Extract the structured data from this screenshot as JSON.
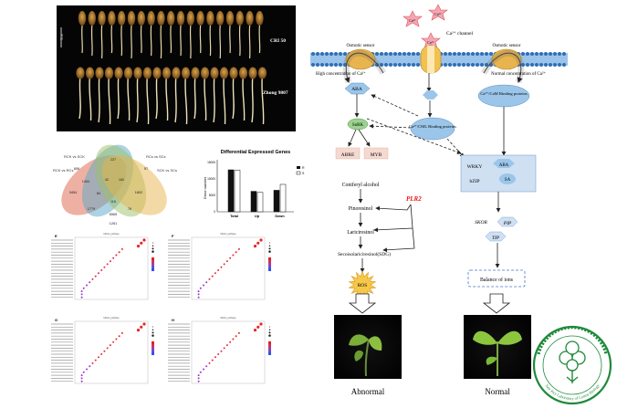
{
  "photo": {
    "label_top": "CRI 50",
    "label_bottom": "Zhong 9807",
    "scale_label": "1cm"
  },
  "venn": {
    "sets": [
      "RCK vs SCK",
      "RCs vs SCs",
      "RCK vs RCs",
      "SCK vs SCs"
    ],
    "values": [
      "806",
      "57",
      "227",
      "1454",
      "3454",
      "42",
      "162",
      "84",
      "1602",
      "116",
      "1779",
      "76",
      "1261",
      "6565"
    ]
  },
  "deg_chart": {
    "title": "Differential Expressed Genes",
    "ylabel": "Gene number",
    "yticks": [
      "15000",
      "10000",
      "5000",
      "0"
    ],
    "categories": [
      "Total",
      "Up",
      "Down"
    ],
    "legend": [
      "R",
      "S"
    ]
  },
  "chart_data": {
    "type": "bar",
    "title": "Differential Expressed Genes",
    "ylabel": "Gene number",
    "ylim": [
      0,
      15000
    ],
    "categories": [
      "Total",
      "Up",
      "Down"
    ],
    "series": [
      {
        "name": "R",
        "values": [
          12100,
          5900,
          6200
        ]
      },
      {
        "name": "S",
        "values": [
          12000,
          5600,
          7900
        ]
      }
    ]
  },
  "kegg_panels": [
    {
      "letter": "E",
      "title": "KEGG_pathway"
    },
    {
      "letter": "F",
      "title": "KEGG_pathway"
    },
    {
      "letter": "G",
      "title": "KEGG_pathway"
    },
    {
      "letter": "H",
      "title": "KEGG_pathway"
    }
  ],
  "pathway": {
    "ca_ion": "Ca²⁺",
    "ca_channel": "Ca²⁺ channel",
    "osmotic_sensor": "Osmotic sensor",
    "high_conc": "High concentration of Ca²⁺",
    "normal_conc": "Normal concentration of Ca²⁺",
    "aba": "ABA",
    "snrk": "SnRK",
    "ca_cml": "Ca²⁺/CML Binding proteins",
    "ca_cam": "Ca²⁺/CaM Binding proteins",
    "abre": "ABRE",
    "myb": "MYB",
    "coniferyl": "Coniferyl alcohol",
    "plr2": "PLR2",
    "pinoresinol": "Pinoresinol",
    "lariciresinol": "Lariciresinol",
    "sdg": "Secoisolariciresinol(SDG)",
    "ros": "ROS",
    "wrky": "WRKY",
    "aba2": "ABA",
    "bzip": "bZIP",
    "sa": "SA",
    "skor": "SKOR",
    "pip": "PIP",
    "tip": "TIP",
    "balance": "Balance of ions",
    "abnormal": "Abnormal",
    "normal": "Normal"
  },
  "logo": {
    "text": "Sate Key Laboratory of Cotton Biology"
  },
  "colors": {
    "pathway_blue": "#bcd3ee",
    "membrane_blue": "#2f6fb6",
    "accent_red": "#e23b3b",
    "ros_yellow": "#f6c84a",
    "logo_green": "#1f8a3a"
  }
}
